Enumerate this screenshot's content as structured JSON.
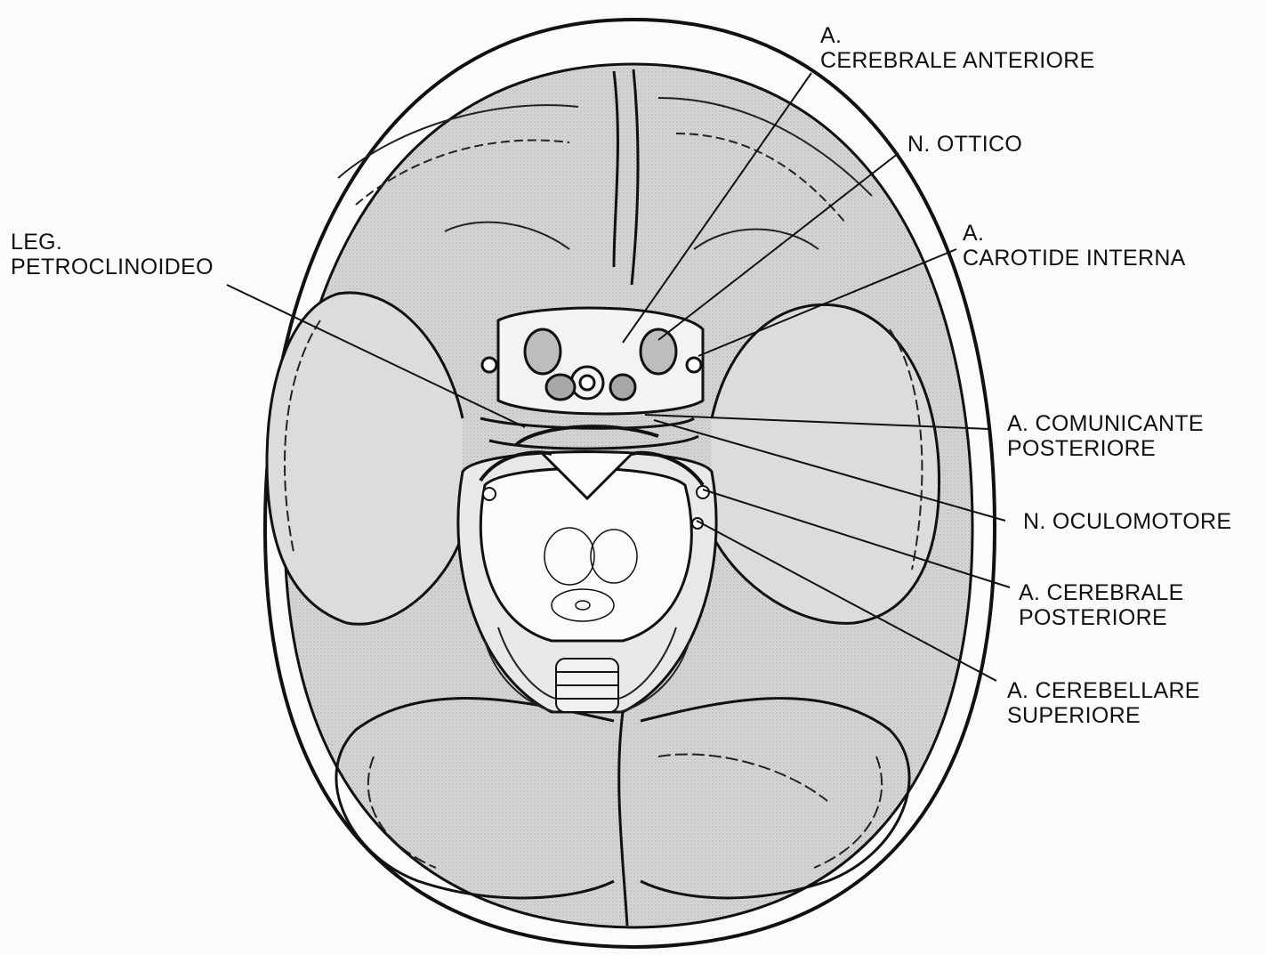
{
  "diagram": {
    "labels": {
      "cerebrale_anteriore": [
        "A.",
        "CEREBRALE ANTERIORE"
      ],
      "ottico": [
        "N. OTTICO"
      ],
      "carotide_interna": [
        "A.",
        "CAROTIDE INTERNA"
      ],
      "petroclinoideo": [
        "LEG.",
        "PETROCLINOIDEO"
      ],
      "comunicante_posteriore": [
        "A. COMUNICANTE",
        "POSTERIORE"
      ],
      "oculomotore": [
        "N. OCULOMOTORE"
      ],
      "cerebrale_posteriore": [
        "A. CEREBRALE",
        "POSTERIORE"
      ],
      "cerebellare_superiore": [
        "A. CEREBELLARE",
        "SUPERIORE"
      ]
    },
    "colors": {
      "ink": "#111111",
      "shading": "#d4d4d4",
      "paper": "#fbfbfa"
    }
  }
}
